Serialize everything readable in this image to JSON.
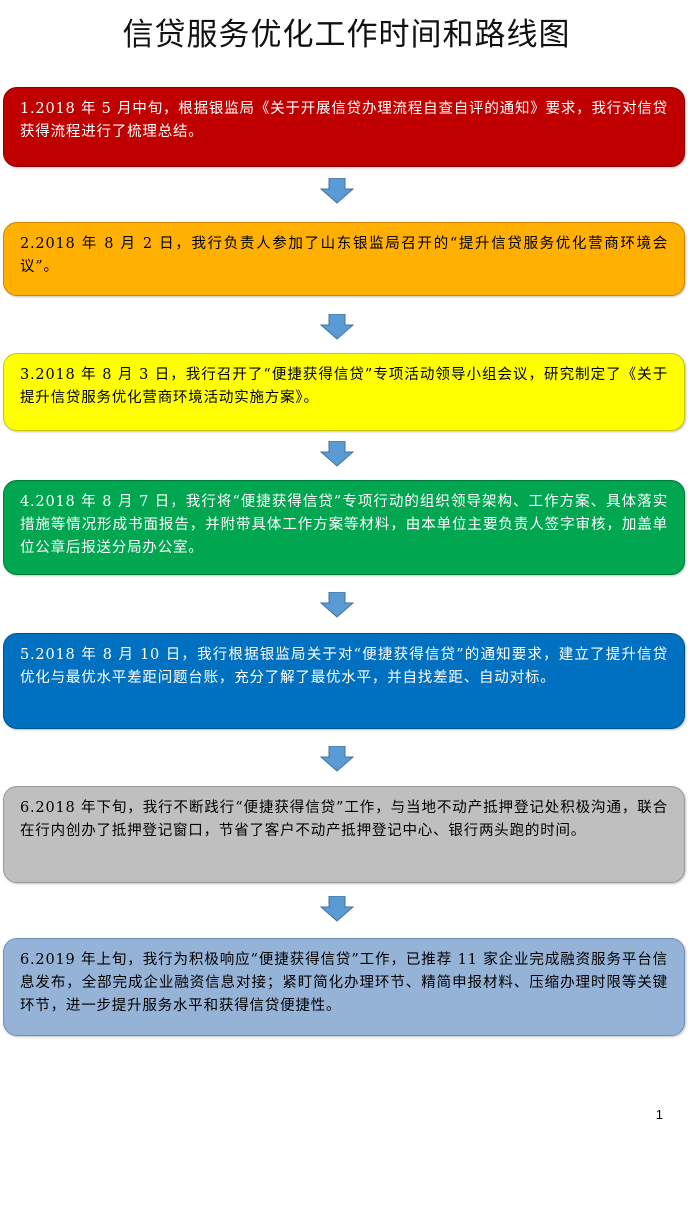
{
  "title": "信贷服务优化工作时间和路线图",
  "steps": [
    {
      "text": "1.2018 年 5 月中旬，根据银监局《关于开展信贷办理流程自查自评的通知》要求，我行对信贷获得流程进行了梳理总结。",
      "bg": "#c00000",
      "border": "#8b0000",
      "fg": "#ffffff"
    },
    {
      "text": "2.2018 年 8 月 2 日，我行负责人参加了山东银监局召开的“提升信贷服务优化营商环境会议”。",
      "bg": "#ffb000",
      "border": "#c98800",
      "fg": "#000000"
    },
    {
      "text": "3.2018 年 8 月 3 日，我行召开了“便捷获得信贷”专项活动领导小组会议，研究制定了《关于提升信贷服务优化营商环境活动实施方案》。",
      "bg": "#ffff00",
      "border": "#c8c800",
      "fg": "#000000"
    },
    {
      "text": "4.2018 年 8 月 7 日，我行将“便捷获得信贷”专项行动的组织领导架构、工作方案、具体落实措施等情况形成书面报告，并附带具体工作方案等材料，由本单位主要负责人签字审核，加盖单位公章后报送分局办公室。",
      "bg": "#00a650",
      "border": "#007a3a",
      "fg": "#ffffff"
    },
    {
      "text": "5.2018 年 8 月 10 日，我行根据银监局关于对“便捷获得信贷”的通知要求，建立了提升信贷优化与最优水平差距问题台账，充分了解了最优水平，并自找差距、自动对标。",
      "bg": "#0070c0",
      "border": "#00508c",
      "fg": "#ffffff"
    },
    {
      "text": "6.2018 年下旬，我行不断践行“便捷获得信贷”工作，与当地不动产抵押登记处积极沟通，联合在行内创办了抵押登记窗口，节省了客户不动产抵押登记中心、银行两头跑的时间。",
      "bg": "#bfbfbf",
      "border": "#9a9a9a",
      "fg": "#000000"
    },
    {
      "text": "6.2019 年上旬，我行为积极响应“便捷获得信贷”工作，已推荐 11 家企业完成融资服务平台信息发布，全部完成企业融资信息对接；紧盯简化办理环节、精简申报材料、压缩办理时限等关键环节，进一步提升服务水平和获得信贷便捷性。",
      "bg": "#95b3d7",
      "border": "#6f8fb8",
      "fg": "#000000"
    }
  ],
  "arrow_color": "#5b9bd5",
  "page_number": "1"
}
